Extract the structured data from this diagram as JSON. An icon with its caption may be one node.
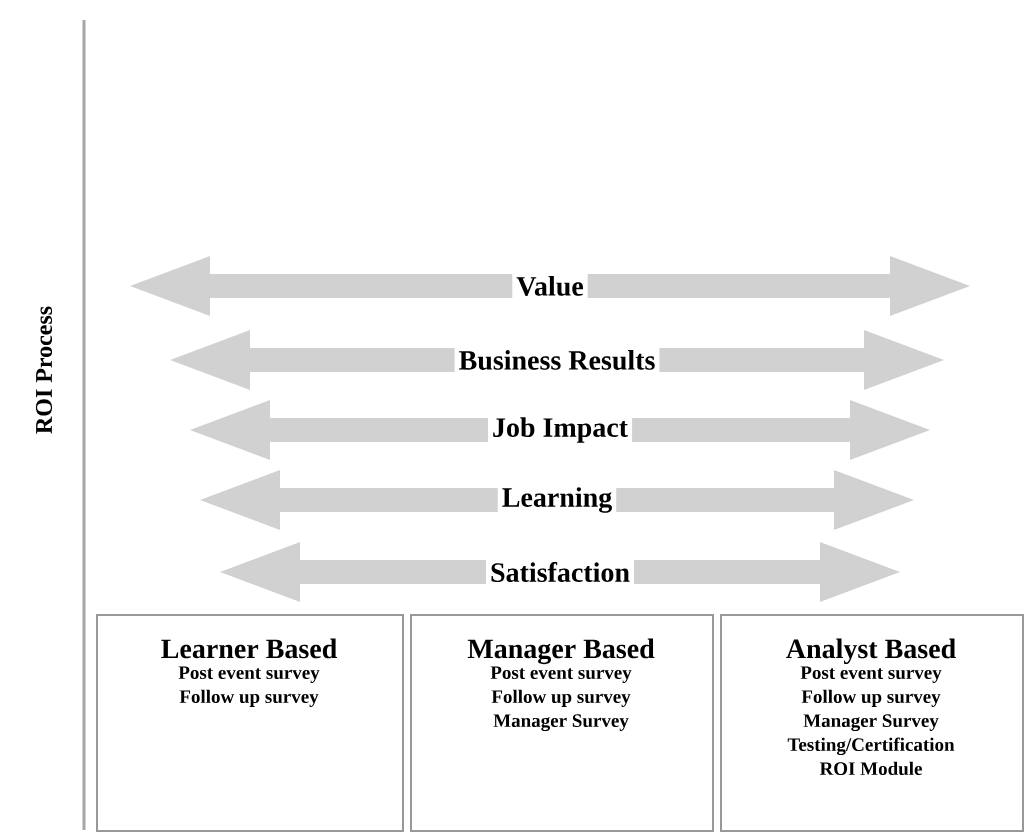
{
  "diagram": {
    "nodes": [
      {
        "text": [
          "Value"
        ]
      },
      {
        "text": [
          "Business Results"
        ]
      },
      {
        "text": [
          "Job Impact"
        ]
      },
      {
        "text": [
          "Learning"
        ]
      },
      {
        "text": [
          "Satisfaction"
        ]
      },
      {
        "text": [
          "Learner Based",
          "Post event survey",
          "Follow up survey"
        ]
      },
      {
        "text": [
          "Manager Based",
          "Post event survey",
          "Follow up survey",
          "Manager Survey"
        ]
      },
      {
        "text": [
          "Analyst Based",
          "Post event survey",
          "Follow up survey",
          "Manager Survey",
          "Testing/Certification",
          "ROI Module"
        ]
      }
    ],
    "labels": [
      "ROI Process"
    ]
  }
}
